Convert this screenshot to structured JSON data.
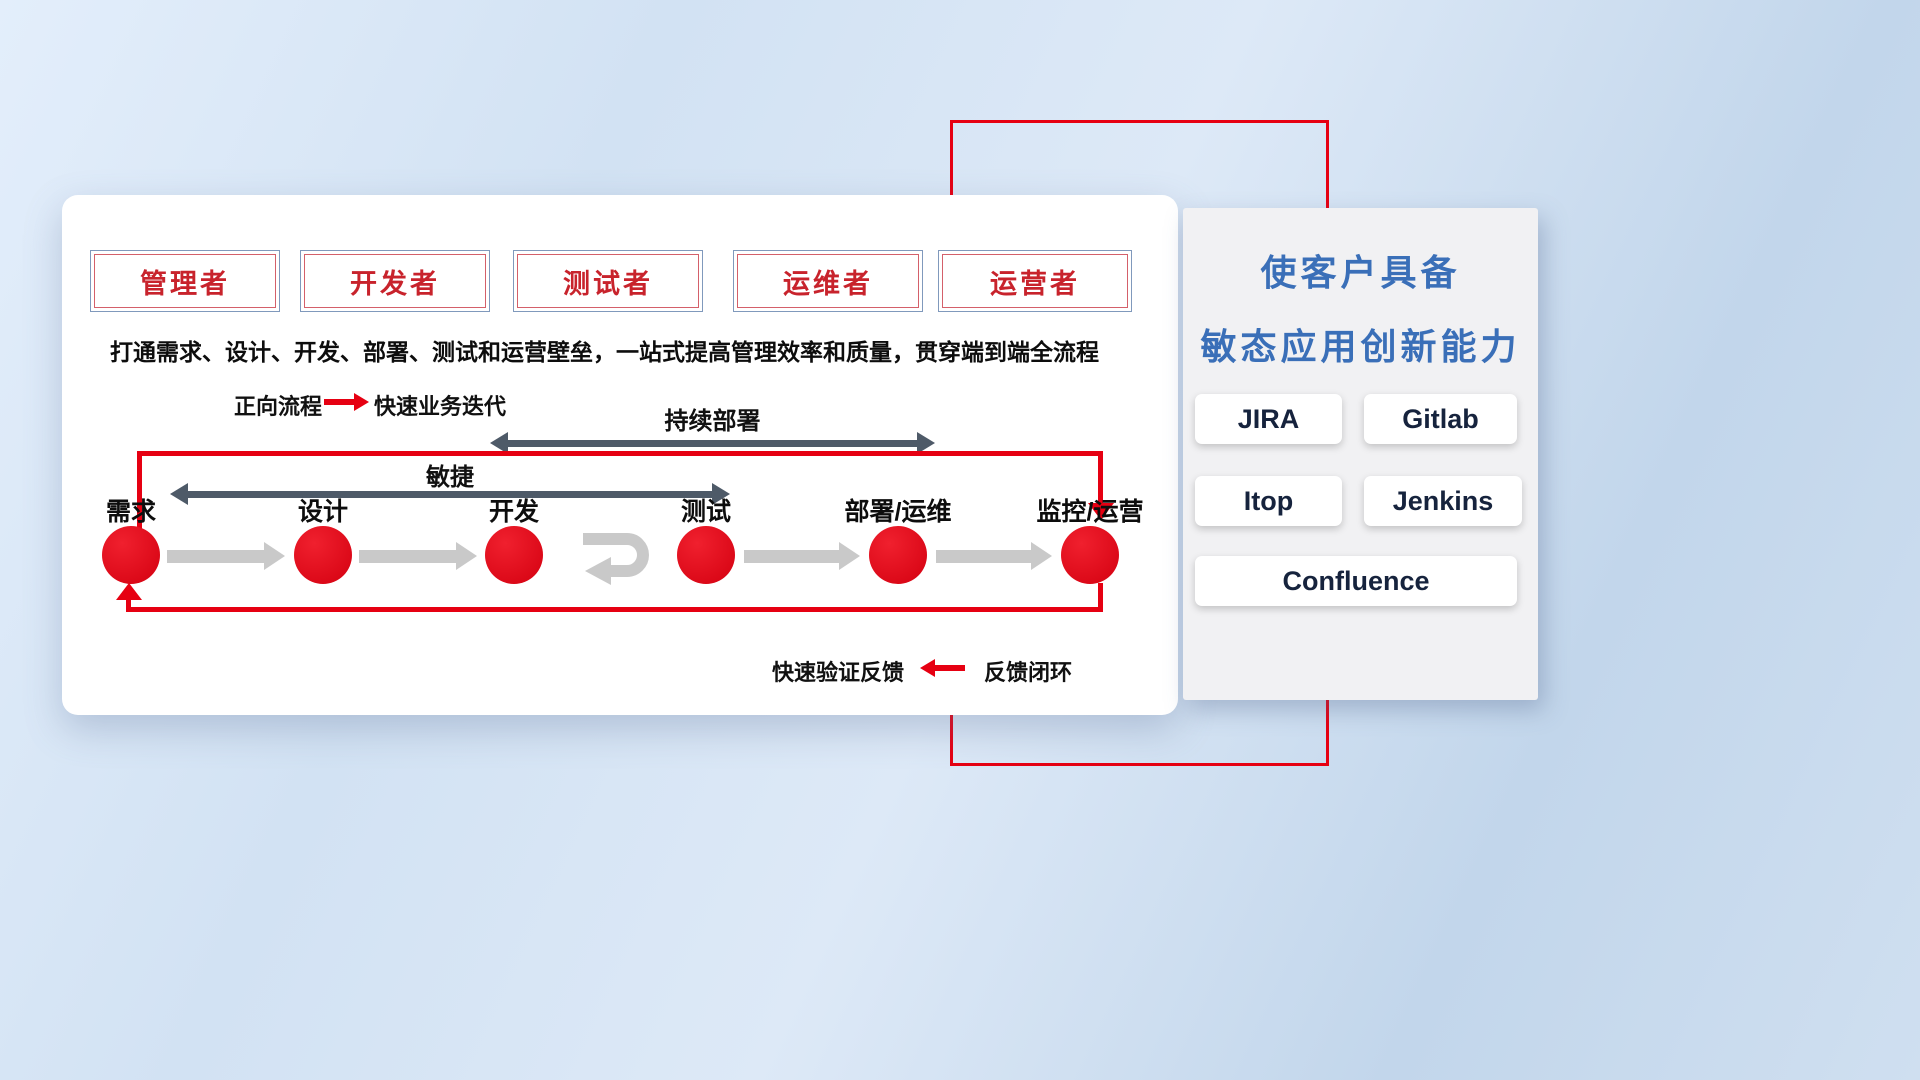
{
  "colors": {
    "accent_red": "#e60012",
    "dark_arrow": "#4e5a68",
    "light_arrow": "#c9c9c9",
    "title_blue": "#3a6fb8",
    "role_text_red": "#c8232c"
  },
  "card": {
    "roles": [
      {
        "label": "管理者"
      },
      {
        "label": "开发者"
      },
      {
        "label": "测试者"
      },
      {
        "label": "运维者"
      },
      {
        "label": "运营者"
      }
    ],
    "subtitle": "打通需求、设计、开发、部署、测试和运营壁垒，一站式提高管理效率和质量，贯穿端到端全流程",
    "forward_legend": {
      "label": "正向流程",
      "desc": "快速业务迭代"
    },
    "continuous_deploy_label": "持续部署",
    "agile_label": "敏捷",
    "stages": [
      {
        "label": "需求"
      },
      {
        "label": "设计"
      },
      {
        "label": "开发"
      },
      {
        "label": "测试"
      },
      {
        "label": "部署/运维"
      },
      {
        "label": "监控/运营"
      }
    ],
    "feedback_legend": {
      "label": "快速验证反馈",
      "desc": "反馈闭环"
    }
  },
  "right_panel": {
    "title_line1": "使客户具备",
    "title_line2": "敏态应用创新能力",
    "tools": [
      "JIRA",
      "Gitlab",
      "Itop",
      "Jenkins",
      "Confluence"
    ]
  }
}
